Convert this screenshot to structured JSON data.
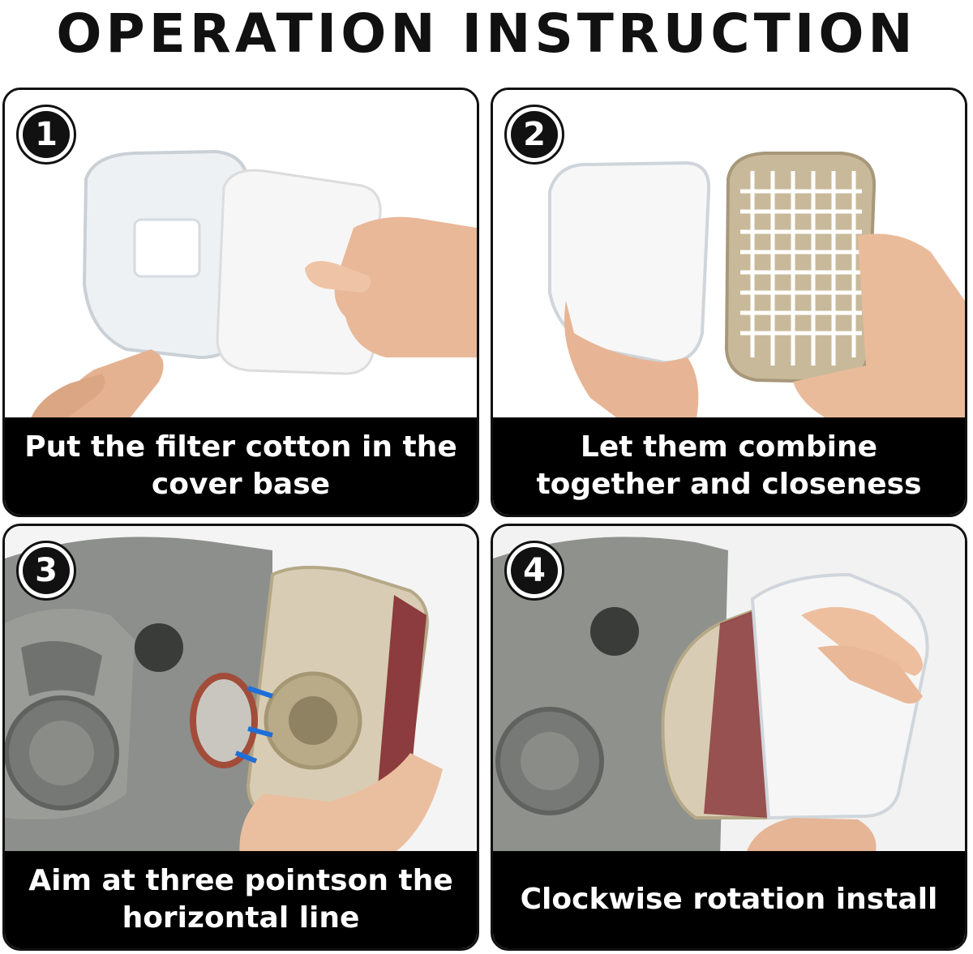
{
  "title": "OPERATION INSTRUCTION",
  "steps": [
    {
      "number": "1",
      "caption": "Put the filter cotton in the cover base"
    },
    {
      "number": "2",
      "caption": "Let them combine together and closeness"
    },
    {
      "number": "3",
      "caption": "Aim at three pointson the horizontal line"
    },
    {
      "number": "4",
      "caption": "Clockwise rotation install"
    }
  ]
}
